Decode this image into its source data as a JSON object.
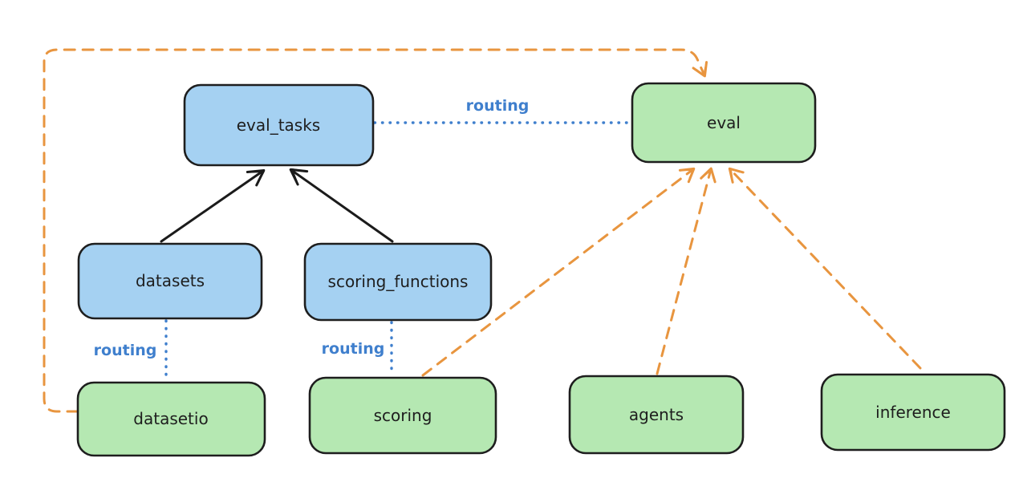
{
  "diagram": {
    "kind": "architecture-diagram",
    "nodes": {
      "eval_tasks": {
        "label": "eval_tasks",
        "fill": "#a5d1f2"
      },
      "eval": {
        "label": "eval",
        "fill": "#b5e8b2"
      },
      "datasets": {
        "label": "datasets",
        "fill": "#a5d1f2"
      },
      "scoring_functions": {
        "label": "scoring_functions",
        "fill": "#a5d1f2"
      },
      "datasetio": {
        "label": "datasetio",
        "fill": "#b5e8b2"
      },
      "scoring": {
        "label": "scoring",
        "fill": "#b5e8b2"
      },
      "agents": {
        "label": "agents",
        "fill": "#b5e8b2"
      },
      "inference": {
        "label": "inference",
        "fill": "#b5e8b2"
      }
    },
    "edges": {
      "eval_tasks_to_eval": {
        "from": "eval_tasks",
        "to": "eval",
        "label": "routing",
        "style": "blue-dotted"
      },
      "datasets_to_datasetio": {
        "from": "datasets",
        "to": "datasetio",
        "label": "routing",
        "style": "blue-dotted"
      },
      "scoring_functions_to_scoring": {
        "from": "scoring_functions",
        "to": "scoring",
        "label": "routing",
        "style": "blue-dotted"
      },
      "datasets_to_eval_tasks": {
        "from": "datasets",
        "to": "eval_tasks",
        "style": "black-solid-arrow"
      },
      "scoring_functions_to_eval_tasks": {
        "from": "scoring_functions",
        "to": "eval_tasks",
        "style": "black-solid-arrow"
      },
      "datasetio_to_eval_loop": {
        "from": "datasetio",
        "to": "eval",
        "style": "orange-dashed-arrow"
      },
      "scoring_to_eval": {
        "from": "scoring",
        "to": "eval",
        "style": "orange-dashed-arrow"
      },
      "agents_to_eval": {
        "from": "agents",
        "to": "eval",
        "style": "orange-dashed-arrow"
      },
      "inference_to_eval": {
        "from": "inference",
        "to": "eval",
        "style": "orange-dashed-arrow"
      }
    },
    "colors": {
      "blue_node_fill": "#a5d1f2",
      "green_node_fill": "#b5e8b2",
      "node_border": "#1e1e1e",
      "routing_blue": "#3f7fcd",
      "dependency_orange": "#e8953f",
      "solid_arrow_black": "#1b1b1b",
      "background": "#ffffff"
    }
  }
}
